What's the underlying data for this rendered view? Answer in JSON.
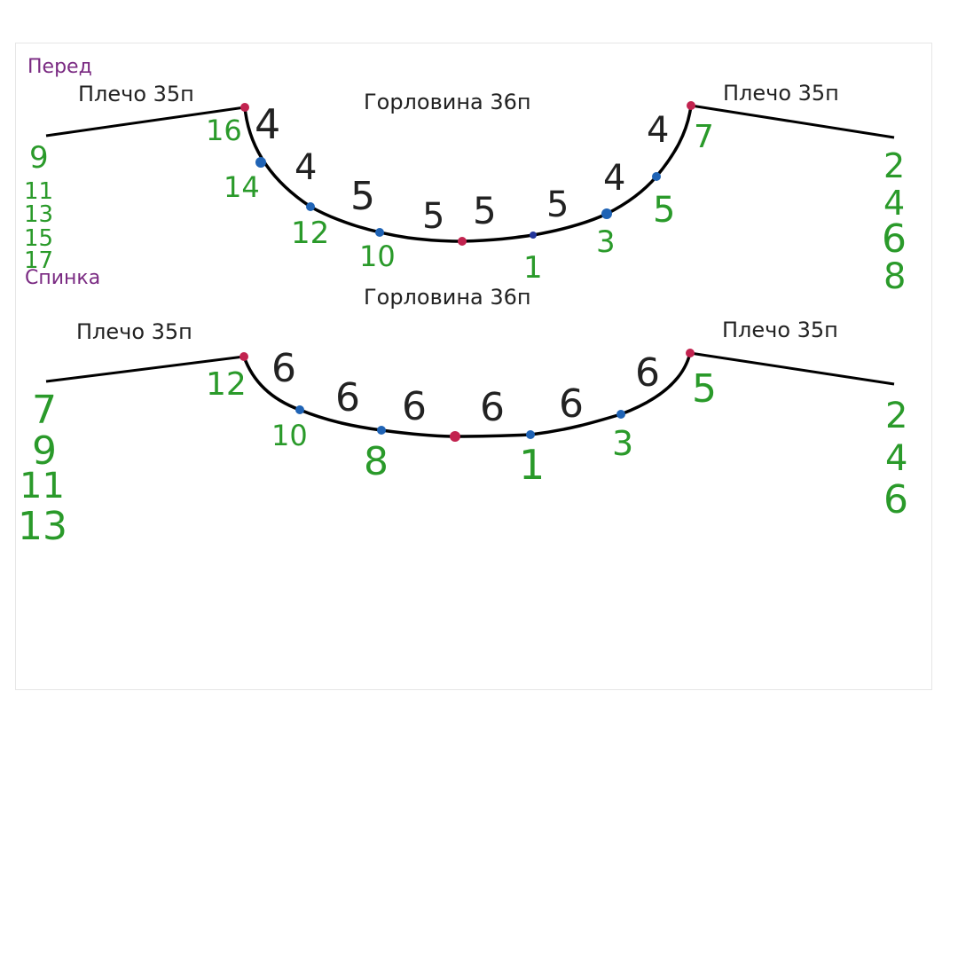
{
  "front": {
    "title": "Перед",
    "shoulder_left": "Плечо 35п",
    "shoulder_right": "Плечо 35п",
    "neckline": "Горловина 36п",
    "left_rows": [
      "9",
      "11",
      "13",
      "15",
      "17"
    ],
    "right_rows": [
      "2",
      "4",
      "6",
      "8"
    ],
    "curve_points_left": [
      "16",
      "14",
      "12",
      "10"
    ],
    "curve_points_right": [
      "1",
      "3",
      "5",
      "7"
    ],
    "decreases": [
      "4",
      "4",
      "5",
      "5",
      "5",
      "5",
      "4",
      "4"
    ]
  },
  "back": {
    "title": "Спинка",
    "shoulder_left": "Плечо 35п",
    "shoulder_right": "Плечо 35п",
    "neckline": "Горловина 36п",
    "left_rows": [
      "7",
      "9",
      "11",
      "13"
    ],
    "right_rows": [
      "2",
      "4",
      "6"
    ],
    "curve_points_left": [
      "12",
      "10",
      "8"
    ],
    "curve_points_right": [
      "1",
      "3",
      "5"
    ],
    "decreases": [
      "6",
      "6",
      "6",
      "6",
      "6",
      "6"
    ]
  },
  "colors": {
    "line": "#000000",
    "end_dot": "#c2234f",
    "mid_dot": "#1f63b5",
    "green": "#2a9a2a",
    "purple": "#7a2a82"
  }
}
